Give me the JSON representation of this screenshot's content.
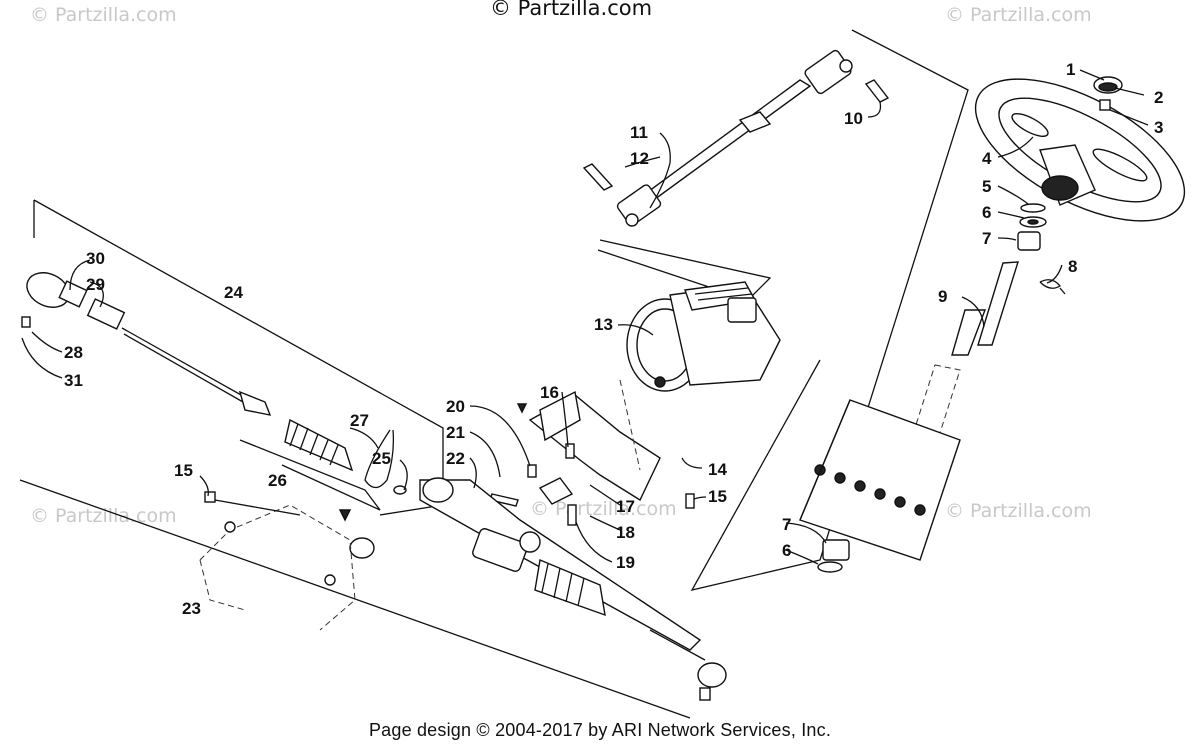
{
  "header": {
    "copyright": "© Partzilla.com"
  },
  "watermarks": [
    {
      "text": "© Partzilla.com"
    },
    {
      "text": "© Partzilla.com"
    },
    {
      "text": "© Partzilla.com"
    },
    {
      "text": "© Partzilla.com"
    },
    {
      "text": "© Partzilla.com"
    }
  ],
  "footer": {
    "text": "Page design © 2004-2017 by ARI Network Services, Inc."
  },
  "callouts": {
    "c1": "1",
    "c2": "2",
    "c3": "3",
    "c4": "4",
    "c5": "5",
    "c6a": "6",
    "c7a": "7",
    "c8": "8",
    "c9": "9",
    "c10": "10",
    "c11": "11",
    "c12": "12",
    "c13": "13",
    "c14": "14",
    "c15a": "15",
    "c16": "16",
    "c17": "17",
    "c18": "18",
    "c19": "19",
    "c20": "20",
    "c21": "21",
    "c22": "22",
    "c23": "23",
    "c24": "24",
    "c25": "25",
    "c26": "26",
    "c27": "27",
    "c28": "28",
    "c29": "29",
    "c30": "30",
    "c31": "31",
    "c15b": "15",
    "c7b": "7",
    "c6b": "6"
  }
}
